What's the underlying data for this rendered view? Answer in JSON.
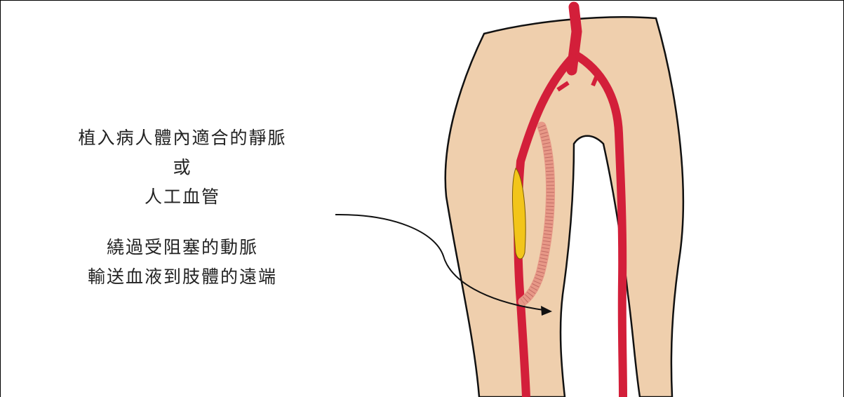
{
  "caption": {
    "lines": [
      "植入病人體內適合的靜脈",
      "或",
      "人工血管",
      "繞過受阻塞的動脈",
      "輸送血液到肢體的遠端"
    ]
  },
  "colors": {
    "skin": "#efcfad",
    "outline": "#111111",
    "artery": "#d31f3a",
    "graft": "#e79887",
    "blockage": "#f2c51a"
  }
}
